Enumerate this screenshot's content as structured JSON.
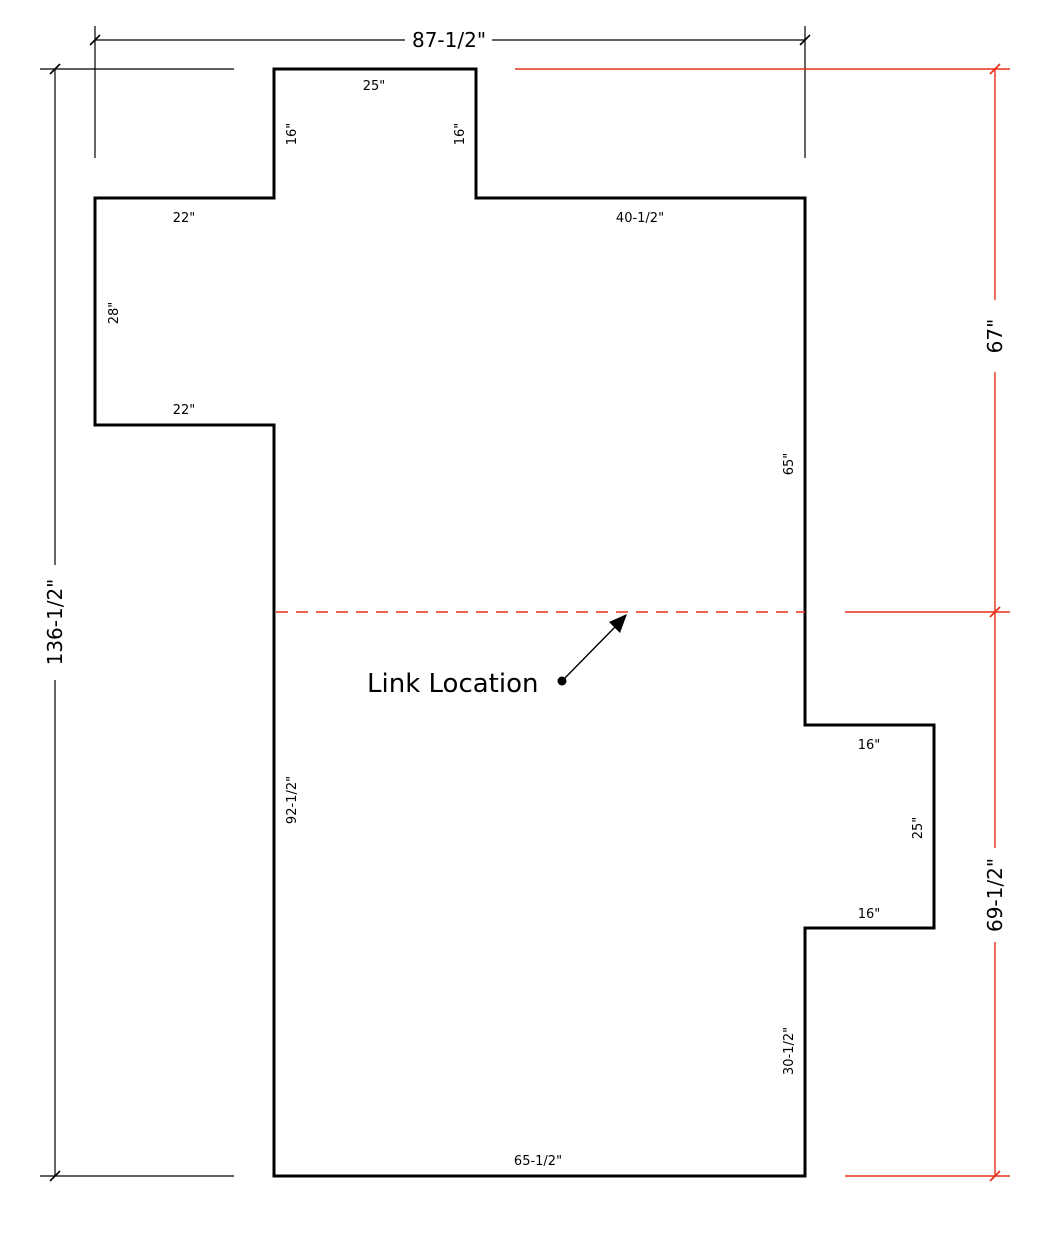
{
  "overall": {
    "width": "87-1/2\"",
    "height": "136-1/2\"",
    "upper_section": "67\"",
    "lower_section": "69-1/2\""
  },
  "edges": {
    "top_notch_width": "25\"",
    "top_notch_left_height": "16\"",
    "top_notch_right_height": "16\"",
    "left_wing_top": "22\"",
    "left_wing_height": "28\"",
    "left_wing_bottom": "22\"",
    "top_right_run": "40-1/2\"",
    "right_upper": "65\"",
    "left_lower": "92-1/2\"",
    "right_notch_top": "16\"",
    "right_notch_height": "25\"",
    "right_notch_bottom": "16\"",
    "right_lower": "30-1/2\"",
    "bottom": "65-1/2\""
  },
  "callout": {
    "label": "Link Location"
  },
  "colors": {
    "outline": "#000000",
    "link_dimension": "#e8311a"
  }
}
